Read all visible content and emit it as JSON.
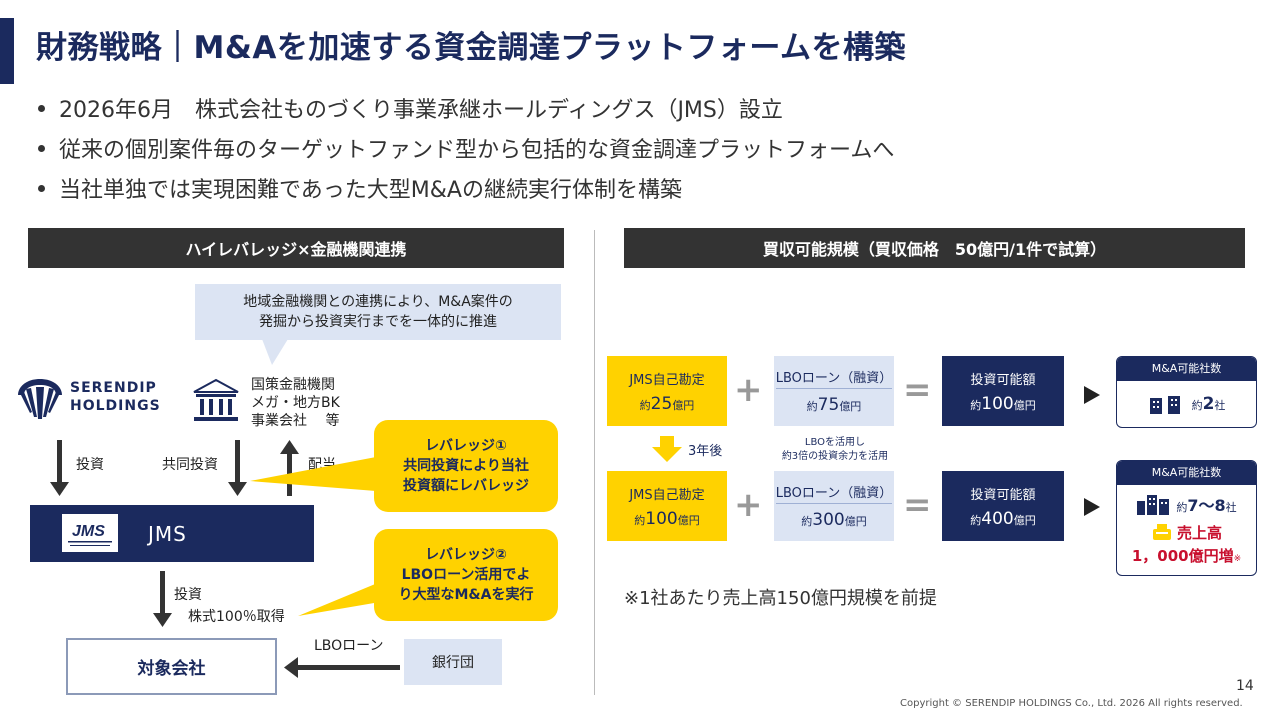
{
  "title": "財務戦略｜M&Aを加速する資金調達プラットフォームを構築",
  "bullets": [
    "2026年6月　株式会社ものづくり事業承継ホールディングス（JMS）設立",
    "従来の個別案件毎のターゲットファンド型から包括的な資金調達プラットフォームへ",
    "当社単独では実現困難であった大型M&Aの継続実行体制を構築"
  ],
  "left": {
    "header": "ハイレバレッジ×金融機関連携",
    "callout_top": "地域金融機関との連携により、M&A案件の\n発掘から投資実行までを一体的に推進",
    "logo_text": "SERENDIP\nHOLDINGS",
    "bank_text": "国策金融機関\nメガ・地方BK\n事業会社　 等",
    "label_invest": "投資",
    "label_coinvest": "共同投資",
    "label_dividend": "配当",
    "leverage1": "レバレッジ①\n共同投資により当社\n投資額にレバレッジ",
    "jms": "JMS",
    "leverage2": "レバレッジ②\nLBOローン活用でよ\nり大型なM&Aを実行",
    "label_invest2": "投資",
    "label_acquire": "株式100％取得",
    "label_lbo": "LBOローン",
    "target": "対象会社",
    "bank_group": "銀行団"
  },
  "right": {
    "header": "買収可能規模（買収価格　50億円/1件で試算）",
    "rows": [
      {
        "own_label": "JMS自己勘定",
        "own_prefix": "約",
        "own_value": "25",
        "own_unit": "億円",
        "loan_label": "LBOローン（融資）",
        "loan_prefix": "約",
        "loan_value": "75",
        "loan_unit": "億円",
        "total_label": "投資可能額",
        "total_prefix": "約",
        "total_value": "100",
        "total_unit": "億円",
        "result_head": "M&A可能社数",
        "result_prefix": "約",
        "result_value": "2",
        "result_unit": "社"
      },
      {
        "own_label": "JMS自己勘定",
        "own_prefix": "約",
        "own_value": "100",
        "own_unit": "億円",
        "loan_label": "LBOローン（融資）",
        "loan_prefix": "約",
        "loan_value": "300",
        "loan_unit": "億円",
        "total_label": "投資可能額",
        "total_prefix": "約",
        "total_value": "400",
        "total_unit": "億円",
        "result_head": "M&A可能社数",
        "result_prefix": "約",
        "result_value": "7～8",
        "result_unit": "社",
        "sales_label": "売上高",
        "sales_value": "1，000億円増",
        "sales_mark": "※"
      }
    ],
    "after_label": "3年後",
    "lbo_note": "LBOを活用し\n約3倍の投資余力を活用",
    "plus": "+",
    "equals": "=",
    "footnote": "※1社あたり売上高150億円規模を前提"
  },
  "page_number": "14",
  "copyright": "Copyright © SERENDIP HOLDINGS Co., Ltd. 2026 All rights reserved.",
  "colors": {
    "navy": "#1b2a5e",
    "yellow": "#ffd200",
    "light_blue": "#dce4f3",
    "dark_gray": "#333333",
    "red": "#c8102e"
  }
}
